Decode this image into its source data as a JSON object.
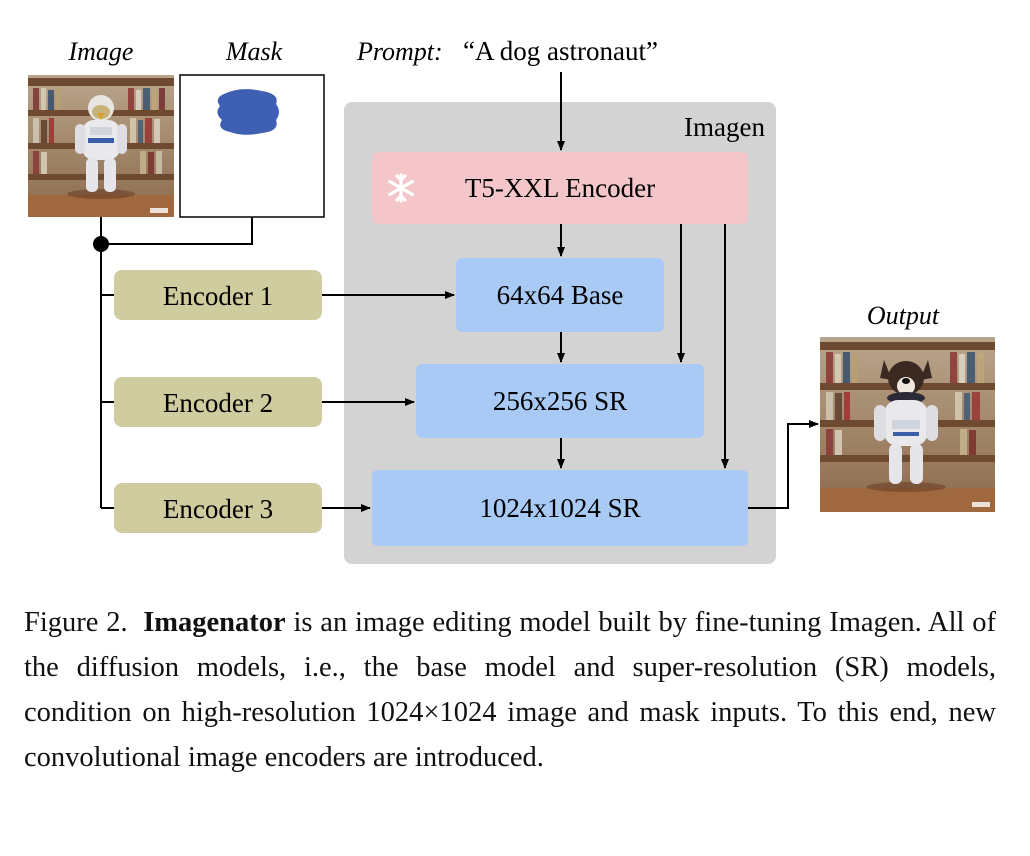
{
  "inputs": {
    "image_label": "Image",
    "mask_label": "Mask",
    "prompt_label": "Prompt:",
    "prompt_text": "“A dog astronaut”"
  },
  "imagen": {
    "title": "Imagen",
    "text_encoder": "T5-XXL Encoder",
    "frozen_icon": "snowflake-icon",
    "stages": [
      "64x64 Base",
      "256x256 SR",
      "1024x1024 SR"
    ]
  },
  "encoders": [
    "Encoder 1",
    "Encoder 2",
    "Encoder 3"
  ],
  "output_label": "Output",
  "caption": {
    "figure_num": "Figure 2.",
    "bold_name": "Imagenator",
    "body": " is an image editing model built by fine-tuning Imagen. All of the diffusion models, i.e., the base model and super-resolution (SR) models, condition on high-resolution 1024×1024 image and mask inputs. To this end, new convolutional image encoders are introduced."
  },
  "colors": {
    "imagen_bg": "#d3d3d3",
    "t5_box": "#f4c6c9",
    "stage_box": "#a8caf5",
    "encoder_box": "#cfcc9f",
    "mask_blob": "#3f5fb3",
    "line": "#000000"
  }
}
